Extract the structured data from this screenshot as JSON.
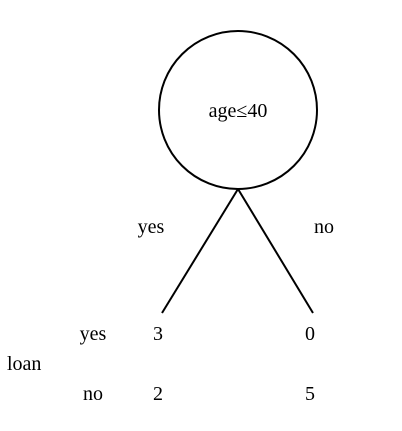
{
  "tree": {
    "root_label": "age≤40",
    "branch_left_label": "yes",
    "branch_right_label": "no"
  },
  "table": {
    "row_group_label": "loan",
    "rows": [
      {
        "label": "yes",
        "values": [
          "3",
          "0"
        ]
      },
      {
        "label": "no",
        "values": [
          "2",
          "5"
        ]
      }
    ]
  },
  "colors": {
    "stroke": "#000000",
    "background": "#ffffff"
  }
}
